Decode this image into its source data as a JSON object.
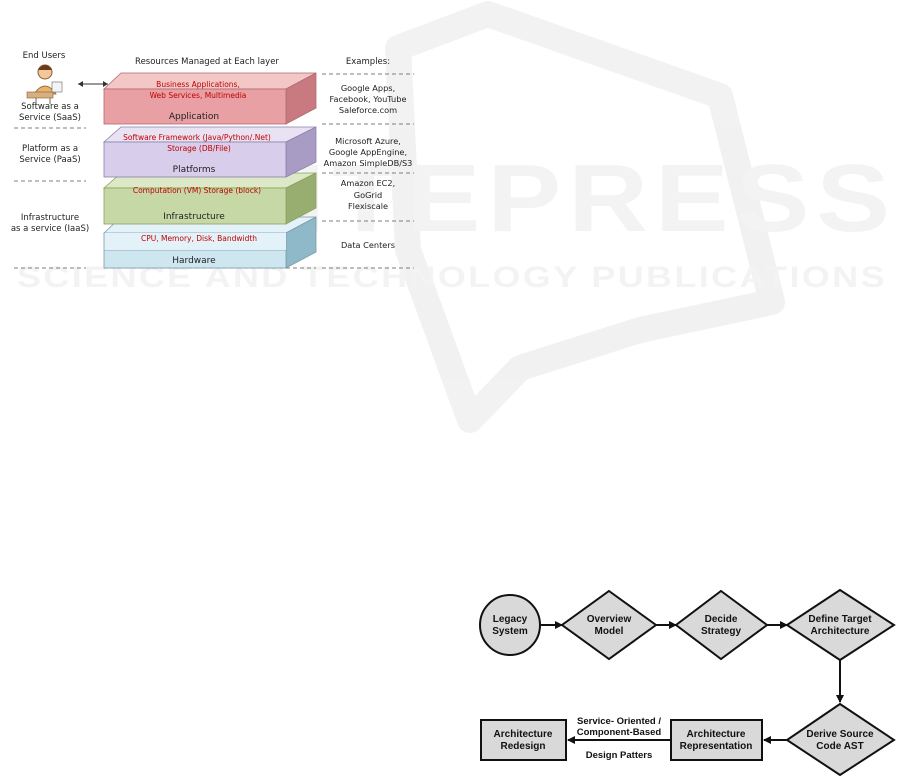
{
  "watermark": {
    "brand": "SCITEPRESS",
    "tagline": "SCIENCE AND TECHNOLOGY PUBLICATIONS"
  },
  "cloud_diagram": {
    "end_users_label": "End Users",
    "header_resources": "Resources Managed at Each layer",
    "header_examples": "Examples:",
    "service_labels": {
      "saas_line1": "Software as a",
      "saas_line2": "Service (SaaS)",
      "paas_line1": "Platform as a",
      "paas_line2": "Service (PaaS)",
      "iaas_line1": "Infrastructure",
      "iaas_line2": "as a service (IaaS)"
    },
    "layers": {
      "application": {
        "name": "Application",
        "resources_line1": "Business Applications,",
        "resources_line2": "Web Services,  Multimedia",
        "examples_line1": "Google Apps,",
        "examples_line2": "Facebook, YouTube",
        "examples_line3": "Saleforce.com",
        "top_color": "#f4c7c7",
        "front_color": "#e8a0a4",
        "side_color": "#c97a80"
      },
      "platforms": {
        "name": "Platforms",
        "resources_line1": "Software Framework (Java/Python/.Net)",
        "resources_line2": "Storage (DB/File)",
        "examples_line1": "Microsoft Azure,",
        "examples_line2": "Google AppEngine,",
        "examples_line3": "Amazon SimpleDB/S3",
        "top_color": "#e9e2f3",
        "front_color": "#d8cdea",
        "side_color": "#a99cc4"
      },
      "infrastructure": {
        "name": "Infrastructure",
        "resources_line1": "Computation (VM)  Storage (block)",
        "examples_line1": "Amazon EC2,",
        "examples_line2": "GoGrid",
        "examples_line3": "Flexiscale",
        "top_color": "#dce8c6",
        "front_color": "#c6d8a6",
        "side_color": "#98ad70"
      },
      "hardware": {
        "name": "Hardware",
        "resources_line1": "CPU, Memory, Disk, Bandwidth",
        "examples_line1": "Data Centers",
        "top_color": "#e3f2f8",
        "front_color": "#cde6f0",
        "side_color": "#8fb8c8"
      }
    },
    "resource_text_color": "#c00000"
  },
  "flow_diagram": {
    "nodes": {
      "legacy_line1": "Legacy",
      "legacy_line2": "System",
      "overview_line1": "Overview",
      "overview_line2": "Model",
      "decide_line1": "Decide",
      "decide_line2": "Strategy",
      "define_line1": "Define Target",
      "define_line2": "Architecture",
      "derive_line1": "Derive Source",
      "derive_line2": "Code AST",
      "arch_rep_line1": "Architecture",
      "arch_rep_line2": "Representation",
      "arch_redesign_line1": "Architecture",
      "arch_redesign_line2": "Redesign"
    },
    "edge_label_line1": "Service- Oriented /",
    "edge_label_line2": "Component-Based",
    "edge_label_line3": "Design Patters",
    "node_fill": "#d9d9d9"
  }
}
